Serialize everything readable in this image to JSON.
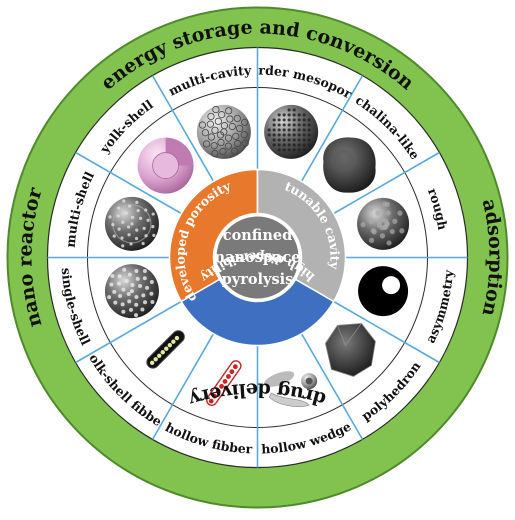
{
  "colors": {
    "outer_ring": "#82c24f",
    "outer_ring_edge": "#4f8a2b",
    "segment_ring_bg": "#ffffff",
    "divider": "#59a9da",
    "porosity": "#e8792c",
    "cavity": "#b2b2b2",
    "dispersibility": "#3e6fc0",
    "core": "#7a7a7a",
    "core_edge": "#ffffff"
  },
  "outer_ring": {
    "top": "energy storage and conversion",
    "right": "adsorption",
    "bottom": "drug delivery",
    "left": "nano reactor"
  },
  "segments": [
    {
      "label": "order mesopore",
      "icon": "ordered-mesoporous-sphere-icon"
    },
    {
      "label": "chalina-like",
      "icon": "chalina-like-sphere-icon"
    },
    {
      "label": "rough",
      "icon": "rough-spiky-sphere-icon"
    },
    {
      "label": "asymmetry",
      "icon": "asymmetric-hollow-sphere-icon"
    },
    {
      "label": "polyhedron",
      "icon": "polyhedron-icon"
    },
    {
      "label": "hollow wedge",
      "icon": "hollow-wedge-icon"
    },
    {
      "label": "hollow fibber",
      "icon": "hollow-fiber-icon"
    },
    {
      "label": "yolk-shell fibber",
      "icon": "yolk-shell-fiber-icon"
    },
    {
      "label": "single-shell",
      "icon": "single-shell-sphere-icon"
    },
    {
      "label": "multi-shell",
      "icon": "multi-shell-sphere-icon"
    },
    {
      "label": "yolk-shell",
      "icon": "yolk-shell-sphere-icon"
    },
    {
      "label": "multi-cavity",
      "icon": "multi-cavity-sphere-icon"
    }
  ],
  "inner_ring": {
    "porosity": "developed porosity",
    "cavity": "tunable cavity",
    "dispersibility": "high dispersibility"
  },
  "core": {
    "line1": "confined",
    "line2": "nanospace",
    "line3": "pyrolysis"
  }
}
